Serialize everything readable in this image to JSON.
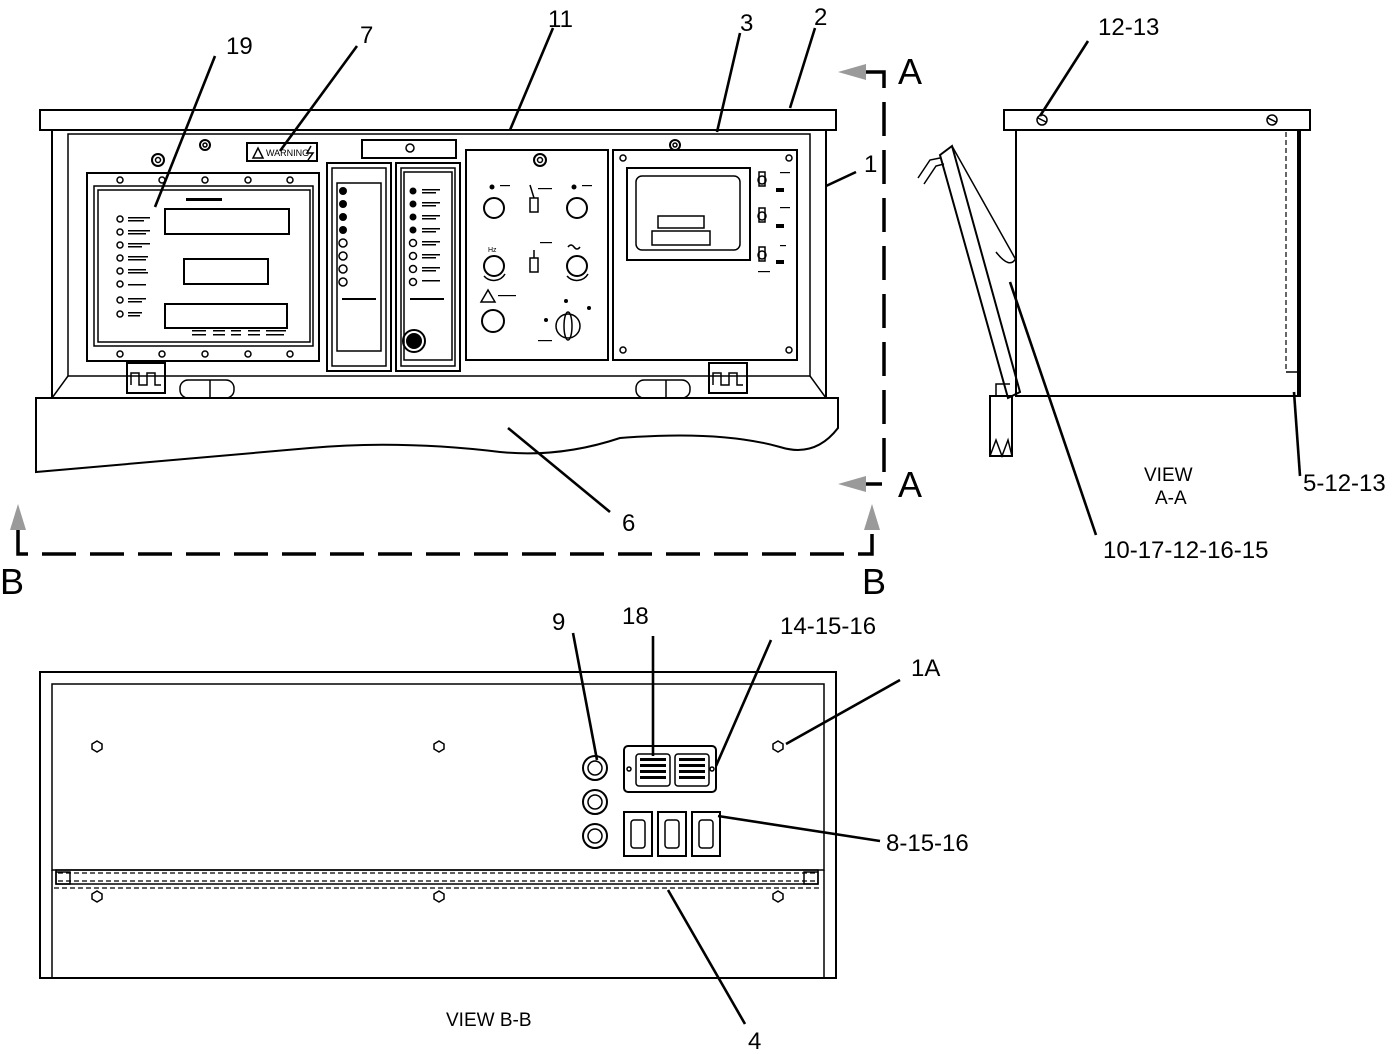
{
  "callouts": {
    "c19": "19",
    "c7": "7",
    "c11": "11",
    "c3": "3",
    "c2": "2",
    "c1": "1",
    "c6": "6",
    "c12_13": "12-13",
    "c10_17_12_16_15": "10-17-12-16-15",
    "c5_12_13": "5-12-13",
    "c9": "9",
    "c18": "18",
    "c14_15_16": "14-15-16",
    "c1A": "1A",
    "c8_15_16": "8-15-16",
    "c4": "4"
  },
  "section_marks": {
    "a_top": "A",
    "a_bottom": "A",
    "b_left": "B",
    "b_right": "B"
  },
  "views": {
    "view_aa_line1": "VIEW",
    "view_aa_line2": "A-A",
    "view_bb": "VIEW B-B"
  },
  "panel_text": {
    "warning": "WARNING",
    "hz": "Hz"
  }
}
